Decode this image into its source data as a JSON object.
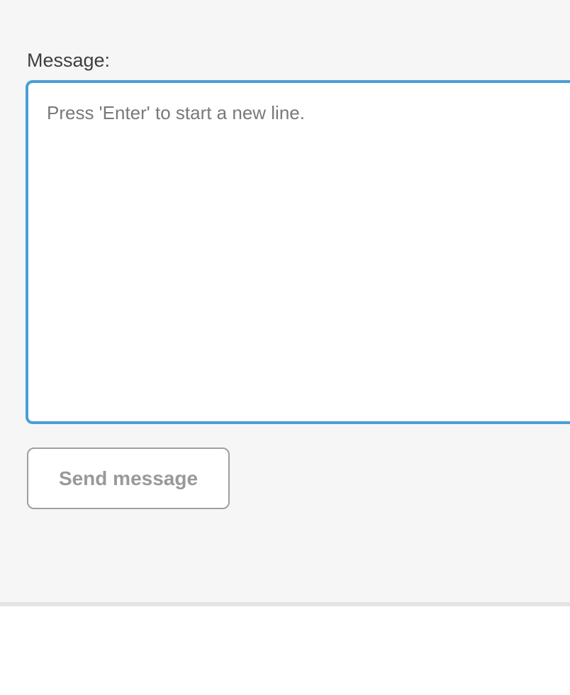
{
  "widget": {
    "label": "Message:",
    "textarea": {
      "value": "",
      "placeholder": "Press 'Enter' to start a new line."
    },
    "button": {
      "label": "Send message"
    }
  },
  "colors": {
    "cell_background": "#f6f6f6",
    "textarea_focus_border": "#4a9fd6",
    "divider": "#e4e4e4",
    "label_text": "#3e3e3e",
    "placeholder_text": "#797979",
    "button_text": "#999999",
    "button_border": "#9f9f9f"
  }
}
